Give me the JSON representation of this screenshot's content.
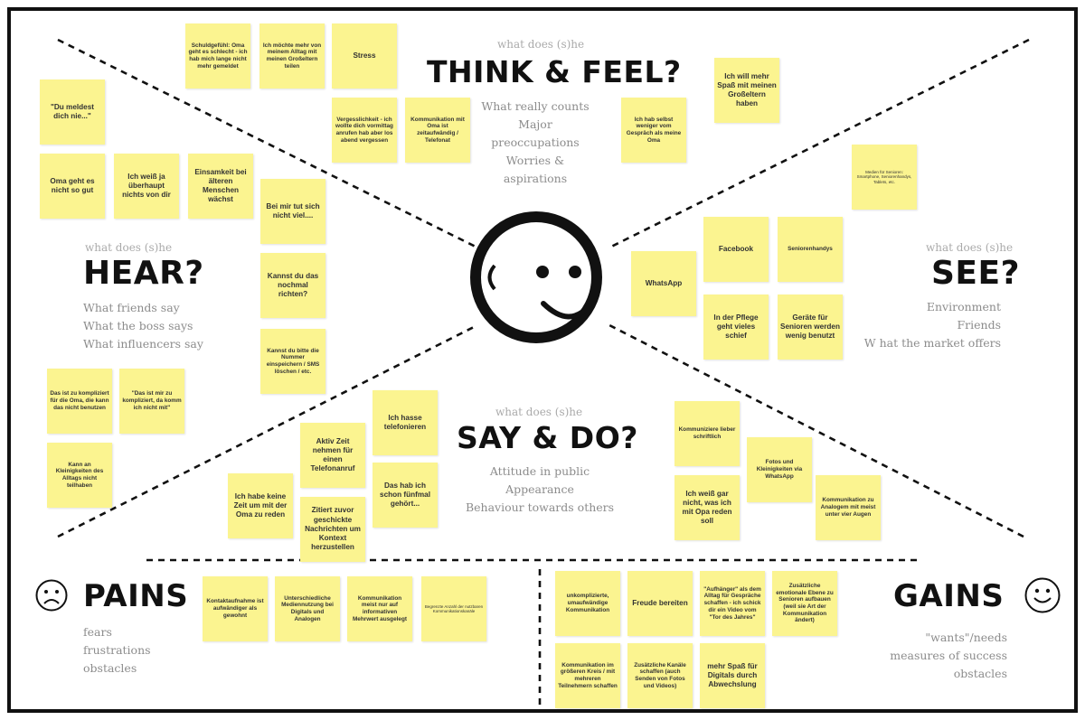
{
  "sections": {
    "think": {
      "question": "what does (s)he",
      "title": "THINK & FEEL?",
      "prompts": [
        "What really counts",
        "Major preoccupations",
        "Worries & aspirations"
      ]
    },
    "hear": {
      "question": "what does (s)he",
      "title": "HEAR?",
      "prompts": [
        "What friends say",
        "What the boss says",
        "What influencers say"
      ]
    },
    "see": {
      "question": "what does (s)he",
      "title": "SEE?",
      "prompts": [
        "Environment",
        "Friends",
        "W hat the market offers"
      ]
    },
    "say": {
      "question": "what does (s)he",
      "title": "SAY & DO?",
      "prompts": [
        "Attitude in public",
        "Appearance",
        "Behaviour towards others"
      ]
    },
    "pains": {
      "title": "PAINS",
      "prompts": [
        "fears",
        "frustrations",
        "obstacles"
      ]
    },
    "gains": {
      "title": "GAINS",
      "prompts": [
        "\"wants\"/needs",
        "measures of success",
        "obstacles"
      ]
    }
  },
  "notes": {
    "think": [
      "Schuldgefühl: Oma geht es schlecht - ich hab mich lange nicht mehr gemeldet",
      "Ich möchte mehr von meinem Alltag mit meinen Großeltern teilen",
      "Stress",
      "Vergesslichkeit - ich wollte dich vormittag anrufen hab aber los abend vergessen",
      "Kommunikation mit Oma ist zeitaufwändig / Telefonat",
      "Ich hab selbst weniger vom Gespräch als meine Oma",
      "Ich will mehr Spaß mit meinen Großeltern haben"
    ],
    "hear": [
      "\"Du meldest dich nie...\"",
      "Oma geht es nicht so gut",
      "Ich weiß ja überhaupt nichts von dir",
      "Einsamkeit bei älteren Menschen wächst",
      "Bei mir tut sich nicht viel....",
      "Kannst du das nochmal richten?",
      "Kannst du bitte die Nummer einspeichern / SMS löschen / etc.",
      "Das ist zu kompliziert für die Oma, die kann das nicht benutzen",
      "\"Das ist mir zu kompliziert, da komm ich nicht mit\"",
      "Kann an Kleinigkeiten des Alltags nicht teilhaben"
    ],
    "see": [
      "Medien für Senioren: Smartphone, Seniorenhandys, Tablets, etc.",
      "Facebook",
      "Seniorenhandys",
      "WhatsApp",
      "In der Pflege geht vieles schief",
      "Geräte für Senioren werden wenig benutzt"
    ],
    "say": [
      "Ich hasse telefonieren",
      "Aktiv Zeit nehmen für einen Telefonanruf",
      "Das hab ich schon fünfmal gehört...",
      "Ich habe keine Zeit um mit der Oma zu reden",
      "Zitiert zuvor geschickte Nachrichten um Kontext herzustellen",
      "Kommuniziere lieber schriftlich",
      "Fotos und Kleinigkeiten via WhatsApp",
      "Ich weiß gar nicht, was ich mit Opa reden soll",
      "Kommunikation zu Analogem mit meist unter vier Augen"
    ],
    "pains": [
      "Kontaktaufnahme ist aufwändiger als gewohnt",
      "Unterschiedliche Mediennutzung bei Digitals und Analogen",
      "Kommunikation meist nur auf informativen Mehrwert ausgelegt",
      "Begrenzte Anzahl der nutzbaren Kommunikationskanäle"
    ],
    "gains": [
      "unkomplizierte, umaufwändige Kommunikation",
      "Freude bereiten",
      "\"Aufhänger\" als dem Alltag für Gespräche schaffen - ich schick dir ein Video vom \"Tor des Jahres\"",
      "Zusätzliche emotionale Ebene zu Senioren aufbauen (weil sie Art der Kommunikation ändert)",
      "Kommunikation im größeren Kreis / mit mehreren Teilnehmern schaffen",
      "Zusätzliche Kanäle schaffen (auch Senden von Fotos und Videos)",
      "mehr Spaß für Digitals durch Abwechslung"
    ]
  },
  "colors": {
    "sticky": "#fbf490",
    "line": "#111111",
    "muted_text": "#8c8c8c"
  },
  "icons": {
    "center_face": "smiley-face-icon",
    "pains_face": "sad-face-icon",
    "gains_face": "happy-face-icon"
  }
}
